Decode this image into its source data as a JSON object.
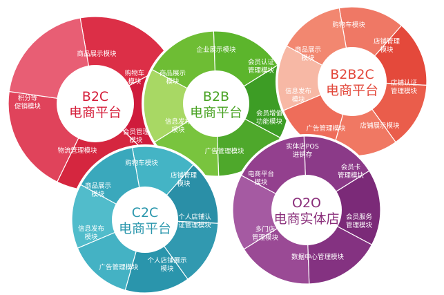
{
  "diagram": {
    "wheels": [
      {
        "id": "b2c",
        "title": "B2C",
        "subtitle": "电商平台",
        "text_color": "#d51e3a",
        "segments": [
          {
            "label": [
              "商品展示模块"
            ],
            "color": "#dc2f47"
          },
          {
            "label": [
              "购物车",
              "模块"
            ],
            "color": "#cf1b3c"
          },
          {
            "label": [
              "会员管理",
              "模块"
            ],
            "color": "#d5263f"
          },
          {
            "label": [
              "物流管理模块"
            ],
            "color": "#e0435b"
          },
          {
            "label": [
              "积分等",
              "促销模块"
            ],
            "color": "#e85e74"
          }
        ]
      },
      {
        "id": "b2b",
        "title": "B2B",
        "subtitle": "电商平台",
        "text_color": "#4aa324",
        "segments": [
          {
            "label": [
              "企业展示模块"
            ],
            "color": "#5cb52c"
          },
          {
            "label": [
              "会员认证",
              "管理模块"
            ],
            "color": "#3d9d25"
          },
          {
            "label": [
              "会员增值",
              "功能模块"
            ],
            "color": "#4ea82b"
          },
          {
            "label": [
              "广告管理模块"
            ],
            "color": "#79c43e"
          },
          {
            "label": [
              "信息发布",
              "模块"
            ],
            "color": "#a8d864"
          },
          {
            "label": [
              "商品展示",
              "模块"
            ],
            "color": "#6ebd34"
          }
        ]
      },
      {
        "id": "b2b2c",
        "title": "B2B2C",
        "subtitle": "电商平台",
        "text_color": "#e2473a",
        "segments": [
          {
            "label": [
              "购物车模块"
            ],
            "color": "#ef7865"
          },
          {
            "label": [
              "店铺管理",
              "模块"
            ],
            "color": "#e4493b"
          },
          {
            "label": [
              "店铺认证",
              "管理模块"
            ],
            "color": "#ea5d4b"
          },
          {
            "label": [
              "店铺展示模块"
            ],
            "color": "#f07863"
          },
          {
            "label": [
              "广告管理模块"
            ],
            "color": "#ee6d5a"
          },
          {
            "label": [
              "信息发布",
              "模块"
            ],
            "color": "#f7b8a5"
          },
          {
            "label": [
              "商品展示",
              "模块"
            ],
            "color": "#f28770"
          }
        ]
      },
      {
        "id": "c2c",
        "title": "C2C",
        "subtitle": "电商平台",
        "text_color": "#2b97ad",
        "segments": [
          {
            "label": [
              "购物车模块"
            ],
            "color": "#44b4c5"
          },
          {
            "label": [
              "店铺管理",
              "模块"
            ],
            "color": "#2a8fa7"
          },
          {
            "label": [
              "个人店铺认",
              "证管理模块"
            ],
            "color": "#3199b0"
          },
          {
            "label": [
              "个人店铺展示",
              "模块"
            ],
            "color": "#2a95ac"
          },
          {
            "label": [
              "广告管理模块"
            ],
            "color": "#44b2c4"
          },
          {
            "label": [
              "信息发布",
              "模块"
            ],
            "color": "#51bccb"
          },
          {
            "label": [
              "商品展示",
              "模块"
            ],
            "color": "#3aa8bc"
          }
        ]
      },
      {
        "id": "o2o",
        "title": "O2O",
        "subtitle": "电商实体店",
        "text_color": "#8a2e7a",
        "segments": [
          {
            "label": [
              "实体店POS",
              "进销存"
            ],
            "color": "#8b3a88"
          },
          {
            "label": [
              "会员卡",
              "管理模块"
            ],
            "color": "#7b2a78"
          },
          {
            "label": [
              "会员服务",
              "管理模块"
            ],
            "color": "#843281"
          },
          {
            "label": [
              "数据中心管理模块"
            ],
            "color": "#9a4a95"
          },
          {
            "label": [
              "多门店",
              "管理模块"
            ],
            "color": "#a55aa2"
          },
          {
            "label": [
              "电商平台",
              "模块"
            ],
            "color": "#93408e"
          }
        ]
      }
    ]
  }
}
